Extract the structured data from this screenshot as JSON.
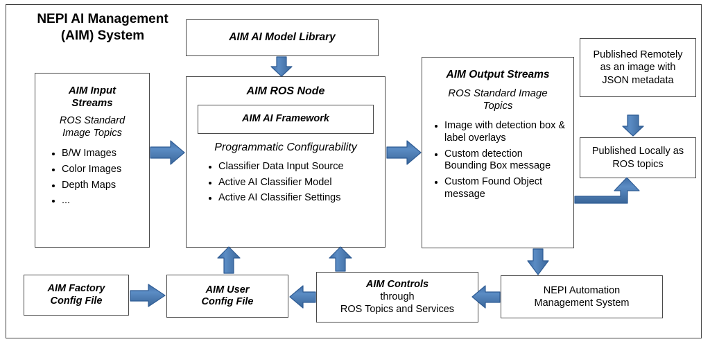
{
  "diagram": {
    "title": "NEPI AI Management (AIM) System",
    "heading_line1": "NEPI AI Management",
    "heading_line2": "(AIM) System",
    "accent_color": "#4a7ab5",
    "accent_border_color": "#2f5c94",
    "box_border_color": "#4a4a4a",
    "background_color": "#ffffff"
  },
  "nodes": {
    "model_library": {
      "title": "AIM AI Model Library"
    },
    "input_streams": {
      "title_line1": "AIM Input",
      "title_line2": "Streams",
      "subtitle_line1": "ROS Standard",
      "subtitle_line2": "Image Topics",
      "bullets": [
        "B/W Images",
        "Color Images",
        "Depth Maps",
        "..."
      ]
    },
    "ros_node": {
      "title": "AIM ROS Node",
      "framework_title": "AIM AI Framework",
      "subtitle": "Programmatic Configurability",
      "bullets": [
        "Classifier Data Input Source",
        "Active AI Classifier Model",
        "Active AI Classifier Settings"
      ]
    },
    "output_streams": {
      "title": "AIM Output Streams",
      "subtitle_line1": "ROS Standard Image",
      "subtitle_line2": "Topics",
      "bullets": [
        "Image with detection box & label overlays",
        "Custom detection Bounding Box message",
        "Custom Found Object message"
      ]
    },
    "published_remotely": {
      "line1": "Published Remotely",
      "line2": "as an image with",
      "line3": "JSON metadata"
    },
    "published_locally": {
      "line1": "Published Locally as",
      "line2": "ROS topics"
    },
    "factory_config": {
      "title_line1": "AIM Factory",
      "title_line2": "Config File"
    },
    "user_config": {
      "title_line1": "AIM User",
      "title_line2": "Config File"
    },
    "aim_controls": {
      "title": "AIM Controls",
      "line2": "through",
      "line3": "ROS Topics and Services"
    },
    "nepi_automation": {
      "line1": "NEPI Automation",
      "line2": "Management System"
    }
  },
  "connectors": [
    {
      "name": "model-library-to-ros-node",
      "direction": "down"
    },
    {
      "name": "input-streams-to-ros-node",
      "direction": "right"
    },
    {
      "name": "ros-node-to-output-streams",
      "direction": "right"
    },
    {
      "name": "output-streams-to-published-locally",
      "direction": "elbow-right-up"
    },
    {
      "name": "published-locally-to-published-remotely",
      "direction": "up"
    },
    {
      "name": "output-streams-to-nepi-automation",
      "direction": "down"
    },
    {
      "name": "nepi-automation-to-aim-controls",
      "direction": "left"
    },
    {
      "name": "aim-controls-to-user-config",
      "direction": "left"
    },
    {
      "name": "factory-config-to-user-config",
      "direction": "right"
    },
    {
      "name": "user-config-to-ros-node",
      "direction": "up"
    },
    {
      "name": "aim-controls-to-ros-node",
      "direction": "up"
    }
  ]
}
